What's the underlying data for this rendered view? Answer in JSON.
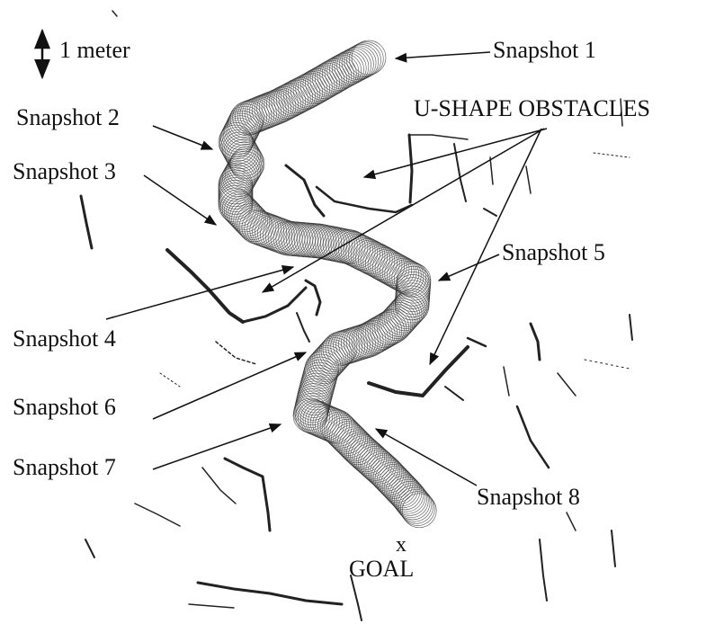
{
  "scale": {
    "text": "1 meter"
  },
  "labels": {
    "snapshot_1": "Snapshot 1",
    "snapshot_2": "Snapshot 2",
    "snapshot_3": "Snapshot 3",
    "snapshot_4": "Snapshot 4",
    "snapshot_5": "Snapshot 5",
    "snapshot_6": "Snapshot 6",
    "snapshot_7": "Snapshot 7",
    "snapshot_8": "Snapshot 8",
    "obstacles": "U-SHAPE OBSTACLES",
    "goal_marker": "x",
    "goal": "GOAL"
  },
  "colors": {
    "ink": "#111111",
    "trace": "#333333",
    "scan": "#222222"
  }
}
